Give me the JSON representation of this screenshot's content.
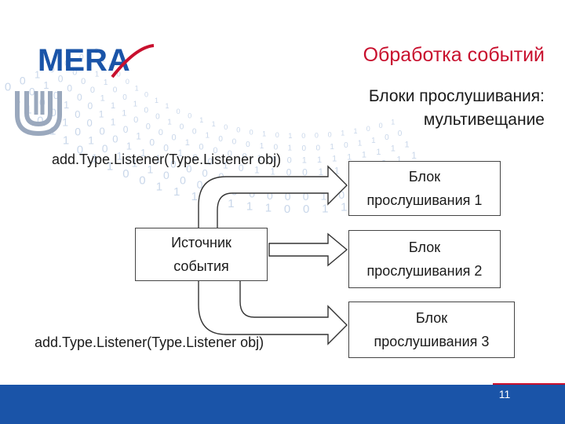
{
  "slide": {
    "title": "Обработка событий",
    "subtitle_lines": [
      "Блоки прослушивания:",
      "мультивещание"
    ],
    "page_number": "11"
  },
  "logo": {
    "text": "MERA",
    "brand_color": "#c8102e",
    "secondary_color": "#1a54a8"
  },
  "diagram": {
    "source": {
      "lines": [
        "Источник",
        "события"
      ]
    },
    "listeners": [
      {
        "lines": [
          "Блок",
          "прослушивания 1"
        ]
      },
      {
        "lines": [
          "Блок",
          "прослушивания 2"
        ]
      },
      {
        "lines": [
          "Блок",
          "прослушивания 3"
        ]
      }
    ],
    "labels": {
      "top": "add.Type.Listener(Type.Listener obj)",
      "bottom": "add.Type.Listener(Type.Listener obj)"
    }
  },
  "colors": {
    "accent_red": "#c8102e",
    "footer_blue": "#1a54a8",
    "binary_pattern": "#c9d7ea"
  }
}
